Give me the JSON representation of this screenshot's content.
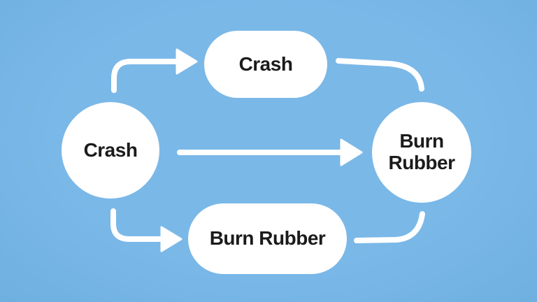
{
  "diagram": {
    "colors": {
      "background": "#7ab8e8",
      "background_edge": "#6fb0e0",
      "node_fill": "#ffffff",
      "arrow": "#ffffff",
      "text": "#1b1b1b"
    },
    "nodes": {
      "left_circle": {
        "shape": "circle",
        "label": "Crash"
      },
      "top_pill": {
        "shape": "pill",
        "label": "Crash"
      },
      "right_circle": {
        "shape": "circle",
        "label": "Burn Rubber",
        "lines": [
          "Burn",
          "Rubber"
        ]
      },
      "bottom_pill": {
        "shape": "pill",
        "label": "Burn Rubber"
      }
    },
    "edges": [
      {
        "from": "left_circle",
        "to": "top_pill",
        "style": "arrow"
      },
      {
        "from": "left_circle",
        "to": "right_circle",
        "style": "arrow"
      },
      {
        "from": "left_circle",
        "to": "bottom_pill",
        "style": "arrow"
      },
      {
        "from": "top_pill",
        "to": "right_circle",
        "style": "line"
      },
      {
        "from": "bottom_pill",
        "to": "right_circle",
        "style": "line"
      }
    ]
  }
}
